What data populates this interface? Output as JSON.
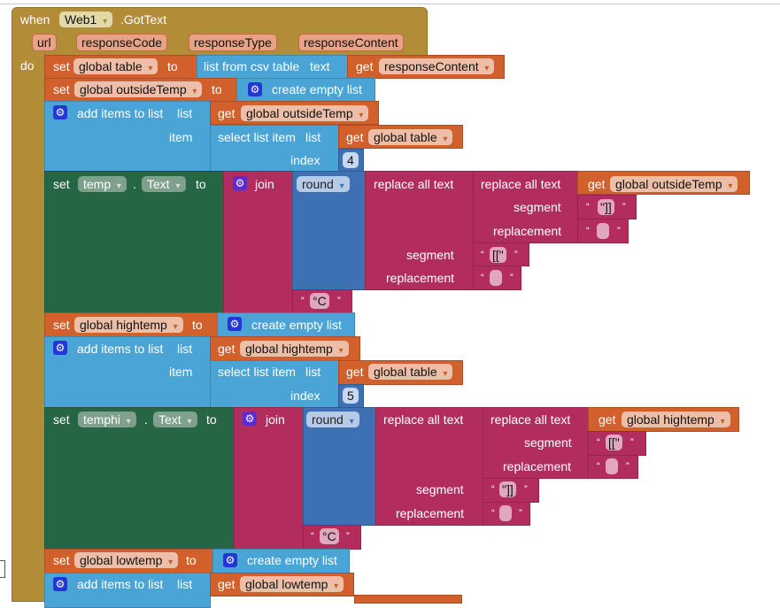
{
  "event": {
    "when": "when",
    "component": "Web1",
    "event_name": ".GotText",
    "params": [
      "url",
      "responseCode",
      "responseType",
      "responseContent"
    ],
    "do": "do"
  },
  "kw": {
    "set": "set",
    "to": "to",
    "get": "get",
    "list": "list",
    "item": "item",
    "index": "index",
    "text": "text",
    "join": "join",
    "segment": "segment",
    "replacement": "replacement",
    "dot": ".",
    "open_quote": "“",
    "close_quote": "”"
  },
  "blocks": {
    "list_from_csv": "list from csv table",
    "create_empty_list": "create empty list",
    "add_items": "add items to list",
    "select_list_item": "select list item",
    "replace_all": "replace all text",
    "round": "round",
    "var_table": "global table",
    "var_outside": "global outsideTemp",
    "var_high": "global hightemp",
    "var_low": "global lowtemp",
    "var_response": "responseContent",
    "comp_temp": "temp",
    "comp_temphi": "temphi",
    "prop_text": "Text",
    "index1": "4",
    "index2": "5",
    "seg_close": "\"]]",
    "seg_open": "[[\"",
    "empty": "",
    "unit": "°C"
  }
}
